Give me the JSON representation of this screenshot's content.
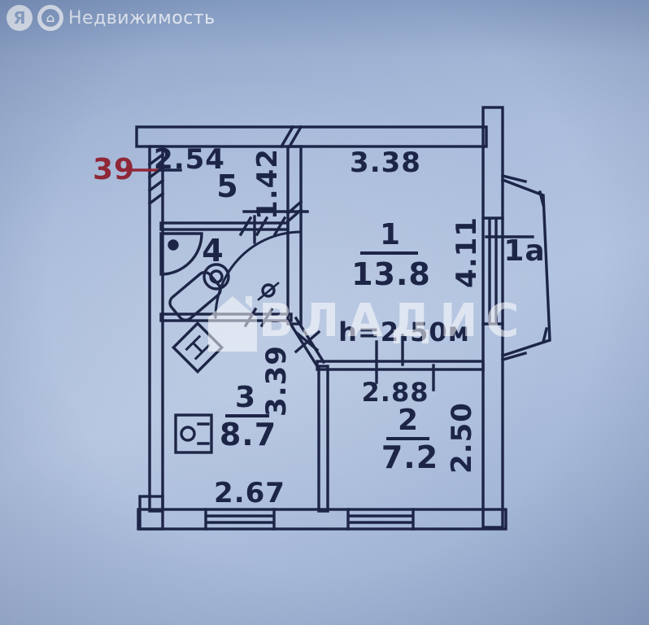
{
  "header": {
    "logo_letter": "Я",
    "logo_icon": "yandex-circle-icon",
    "house_icon": "house-in-circle-icon",
    "brand": "Недвижимость"
  },
  "watermark": {
    "icon": "house-icon",
    "text": "ВЛАДИС"
  },
  "plan": {
    "unit_number": "39",
    "ceiling_height": "h=2.50м",
    "rooms": {
      "r1": {
        "number": "1",
        "area": "13.8"
      },
      "r2": {
        "number": "2",
        "area": "7.2"
      },
      "r3": {
        "number": "3",
        "area": "8.7"
      },
      "r4": {
        "number": "4"
      },
      "r5": {
        "number": "5"
      },
      "r1a": {
        "number": "1a"
      }
    },
    "dimensions": {
      "d254": "2.54",
      "d142": "1.42",
      "d338": "3.38",
      "d411": "4.11",
      "d339": "3.39",
      "d288": "2.88",
      "d250": "2.50",
      "d267": "2.67"
    }
  },
  "colors": {
    "ink": "#1d2547",
    "red": "#8f2737",
    "paper": "#a8bcdb",
    "watermark": "#ffffff"
  }
}
